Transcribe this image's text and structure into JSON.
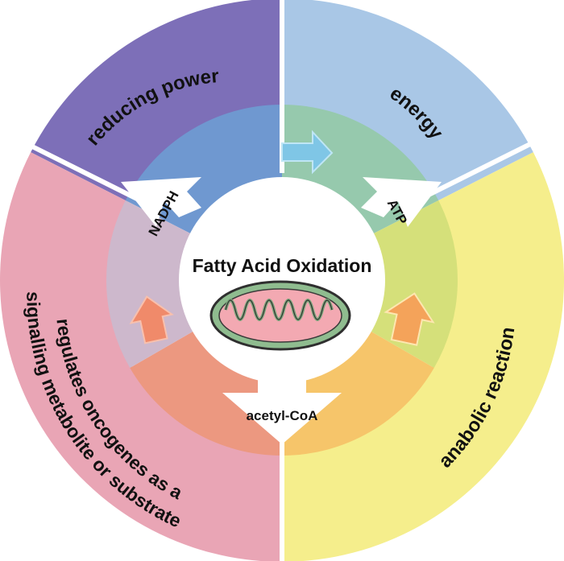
{
  "center": {
    "title": "Fatty Acid Oxidation"
  },
  "outer_sectors": {
    "top_left": {
      "label": "reducing power",
      "color": "#7d6fb8"
    },
    "top_right": {
      "label": "energy",
      "color": "#a9c7e6"
    },
    "right": {
      "label": "anabolic reaction",
      "color": "#f5ee8c"
    },
    "left": {
      "line1": "regulates oncogenes as a",
      "line2": "signalling metabolite or substrate",
      "color": "#e9a5b5"
    }
  },
  "inner_ring": {
    "colors": {
      "top_left": "#6f98d0",
      "top_right": "#96c9ad",
      "right": "#d5e07a",
      "bottom_right": "#f6c56a",
      "bottom_left": "#ec9880",
      "left": "#cdb8cc"
    }
  },
  "products": {
    "nadph": "NADPH",
    "atp": "ATP",
    "acetyl_coa": "acetyl-CoA"
  },
  "icons": {
    "mitochondrion": "mitochondrion-icon",
    "arrow_energy": "arrow-right-icon",
    "arrow_anabolic": "arrow-up-icon",
    "arrow_oncogene": "arrow-up-icon"
  }
}
